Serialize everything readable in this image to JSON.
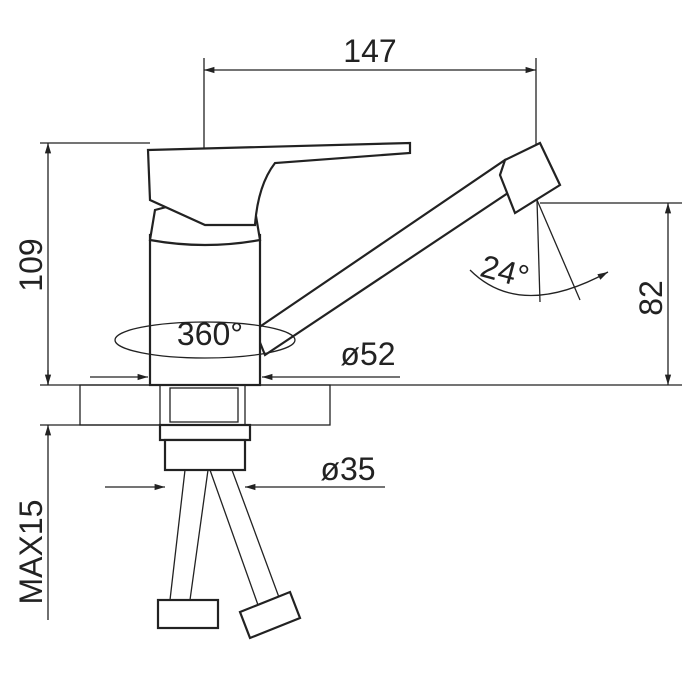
{
  "dimensions": {
    "spout_reach": "147",
    "total_height": "109",
    "spout_height": "82",
    "spout_angle": "24°",
    "rotation": "360°",
    "base_diameter": "ø52",
    "shank_diameter": "ø35",
    "max_counter_thickness": "MAX15"
  },
  "colors": {
    "line": "#222222",
    "background": "#ffffff"
  }
}
